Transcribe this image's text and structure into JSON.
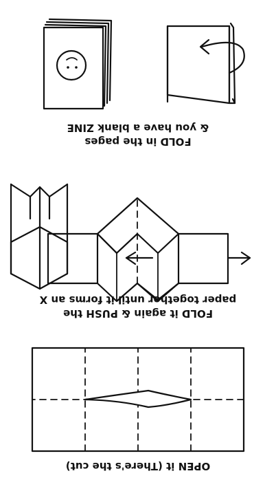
{
  "steps": {
    "open_caption": "OPEN it (There's the cut)",
    "fold_push_caption_line1": "FOLD it again & PUSH the",
    "fold_push_caption_line2": "paper together until it forms an X",
    "fold_pages_caption_line1": "FOLD in the pages",
    "fold_pages_caption_line2": "& you have a blank ZINE"
  }
}
